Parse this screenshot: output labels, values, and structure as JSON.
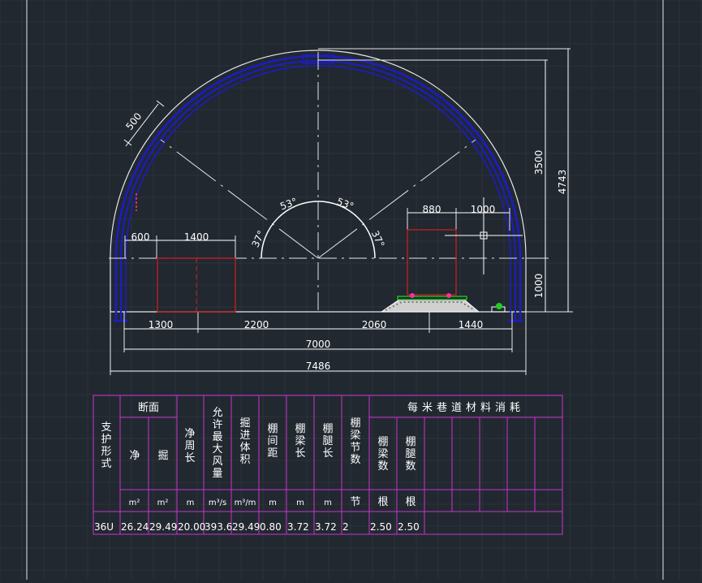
{
  "colors": {
    "background": "#212830",
    "grid": "#2b323b",
    "line": "#e6e6e6",
    "support": "#1c1cc8",
    "equipment": "#c81e1e",
    "table": "#cc33cc",
    "dim_text": "#ffffff",
    "green": "#22cc22",
    "magenta": "#ff2fa0"
  },
  "dimensions": {
    "d500": "500",
    "d600": "600",
    "d1400": "1400",
    "d880": "880",
    "d1000_top": "1000",
    "d1300": "1300",
    "d2200": "2200",
    "d2060": "2060",
    "d1440": "1440",
    "d7000": "7000",
    "d7486": "7486",
    "d3500": "3500",
    "d4743": "4743",
    "d1000_right": "1000"
  },
  "angles": {
    "a37_left": "37°",
    "a53_left": "53°",
    "a53_right": "53°",
    "a37_right": "37°"
  },
  "table": {
    "support_type": "支护形式",
    "section_header": "断面",
    "net": "净",
    "excavation": "掘",
    "net_perimeter": "净周长",
    "max_airflow": "允许最大风量",
    "excavation_volume": "掘进体积",
    "shed_spacing": "棚间距",
    "beam_length": "棚梁长",
    "leg_length": "棚腿长",
    "beam_sections": "棚梁节数",
    "material_header": "每米巷道材料消耗",
    "beam_count": "棚梁数",
    "leg_count": "棚腿数",
    "units": [
      "m²",
      "m²",
      "m",
      "m³/s",
      "m³/m",
      "m",
      "m",
      "m",
      "节",
      "根",
      "根"
    ],
    "row": {
      "type": "36U",
      "values": [
        "26.24",
        "29.49",
        "20.00",
        "393.6",
        "29.49",
        "0.80",
        "3.72",
        "3.72",
        "2",
        "2.50",
        "2.50"
      ]
    }
  }
}
